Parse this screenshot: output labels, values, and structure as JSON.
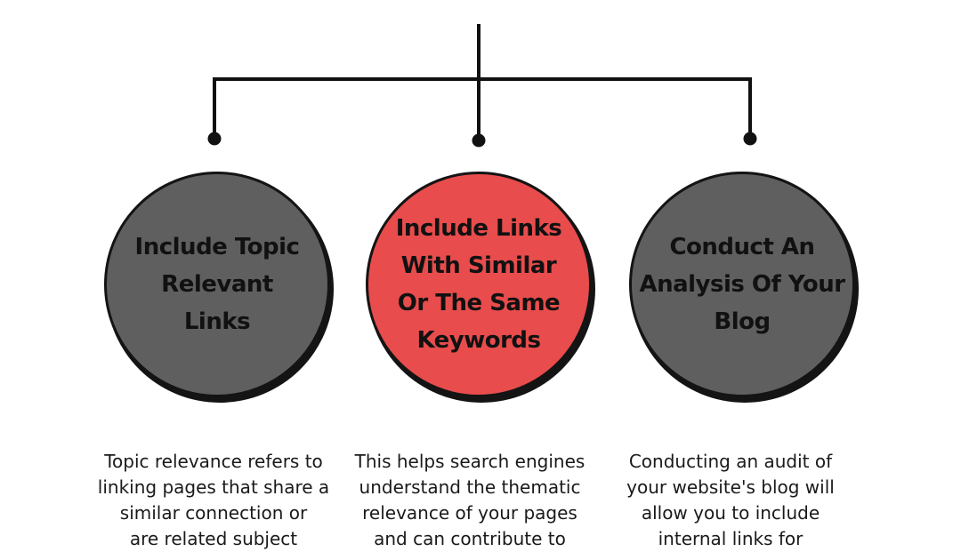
{
  "colors": {
    "line": "#111111",
    "circle_gray": "#5f5f5f",
    "circle_red": "#e84c4c",
    "text": "#111111"
  },
  "items": [
    {
      "title": "Include Topic\nRelevant\nLinks",
      "color": "#5f5f5f",
      "description": "Topic relevance refers to\nlinking pages that share a\nsimilar connection or\nare related subject"
    },
    {
      "title": "Include Links\nWith Similar\nOr The Same\nKeywords",
      "color": "#e84c4c",
      "description": "This helps search engines\nunderstand the thematic\nrelevance of your pages\nand can contribute to"
    },
    {
      "title": "Conduct An\nAnalysis Of Your\nBlog",
      "color": "#5f5f5f",
      "description": "Conducting an audit of\nyour website's blog will\nallow you to include\ninternal links for"
    }
  ]
}
